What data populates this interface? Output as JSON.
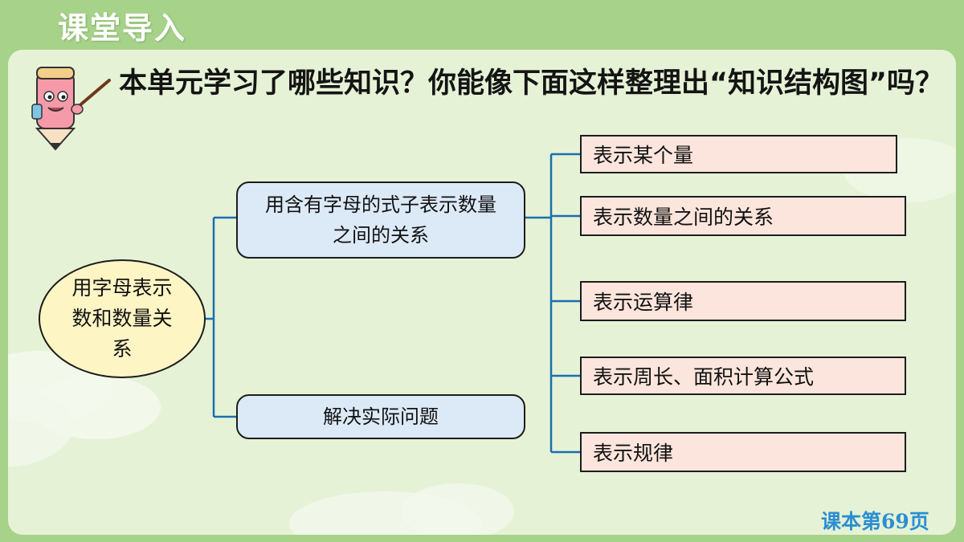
{
  "header": {
    "title": "课堂导入"
  },
  "question": {
    "text": "本单元学习了哪些知识？你能像下面这样整理出“知识结构图”吗？"
  },
  "diagram": {
    "root": "用字母表示数和数量关系",
    "branches": [
      {
        "label": "用含有字母的式子表示数量之间的关系"
      },
      {
        "label": "解决实际问题"
      }
    ],
    "leaves": [
      "表示某个量",
      "表示数量之间的关系",
      "表示运算律",
      "表示周长、面积计算公式",
      "表示规律"
    ]
  },
  "footer": {
    "page_ref": "课本第69页"
  },
  "colors": {
    "background": "#a7d28a",
    "panel": "#e6f2d6",
    "connector": "#1a6fb0",
    "root_fill": "#fdf5c4",
    "branch_fill": "#dce9f7",
    "leaf_fill": "#fce5dc",
    "page_ref": "#2b8fd1"
  },
  "icons": {
    "mascot": "pencil-teacher-mascot-icon"
  }
}
